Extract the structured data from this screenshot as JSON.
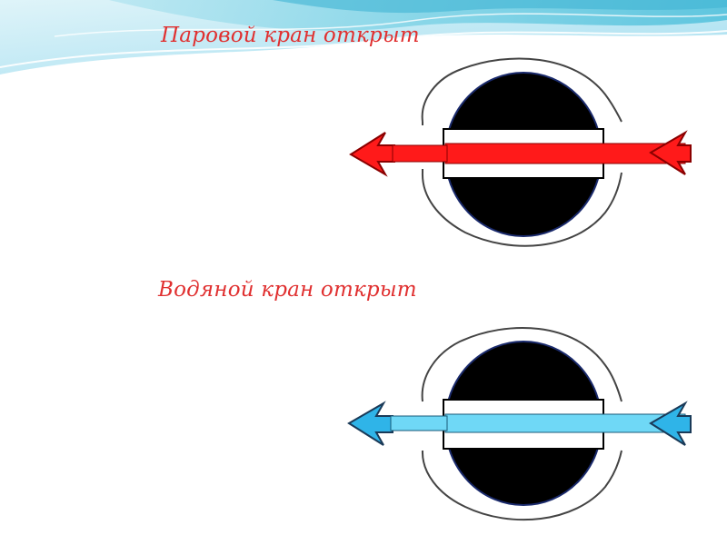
{
  "slide": {
    "background_accent": "#59c7df",
    "background_light": "#c9ecf4"
  },
  "steam_valve": {
    "caption": "Паровой кран открыт",
    "caption_color": "#e03030",
    "state": "open",
    "flow_color": "#ff1a1a",
    "flow_outline": "#8a0000",
    "flow_direction": "right-to-left",
    "icons": [
      "valve-body-icon",
      "valve-plug-icon",
      "flow-arrow-icon"
    ]
  },
  "water_valve": {
    "caption": "Водяной кран открыт",
    "caption_color": "#e03030",
    "state": "open",
    "flow_color": "#6fd8f6",
    "flow_outline": "#1a5a78",
    "arrow_color": "#2fb4e8",
    "flow_direction": "right-to-left",
    "icons": [
      "valve-body-icon",
      "valve-plug-icon",
      "flow-arrow-icon"
    ]
  }
}
